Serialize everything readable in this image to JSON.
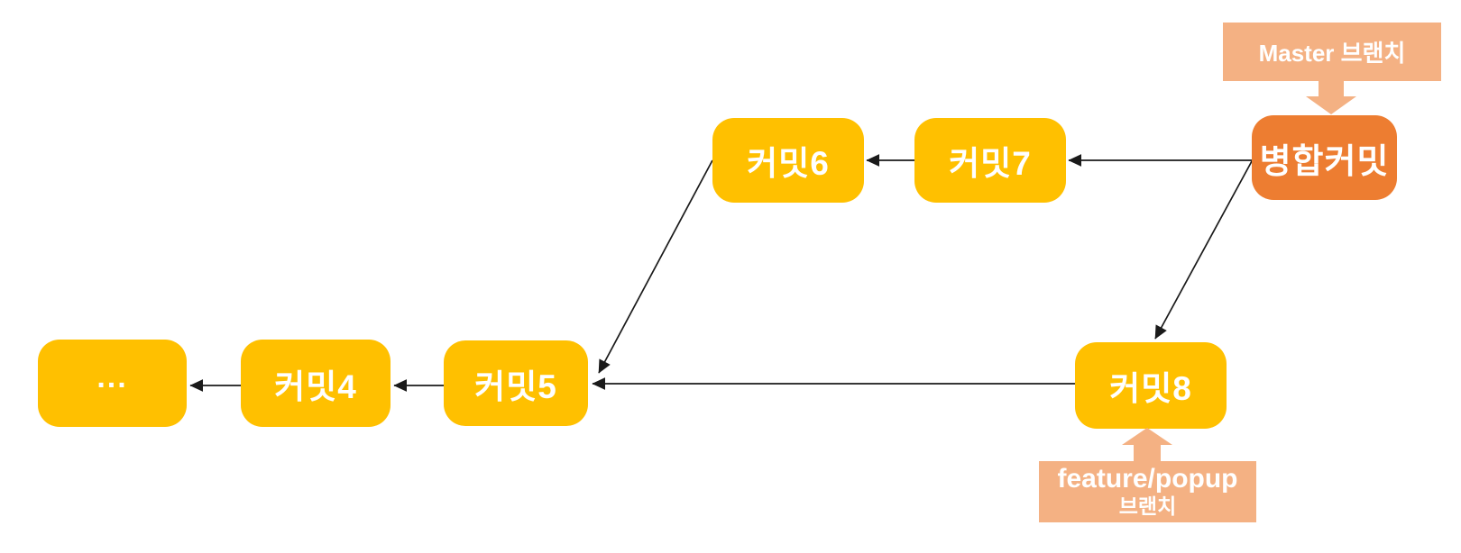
{
  "diagram": {
    "kind": "git-commit-merge-graph",
    "background": "#FFFFFF"
  },
  "colors": {
    "commit_node_fill": "#FFC000",
    "merge_node_fill": "#ED7D31",
    "branch_label_fill": "#F4B183",
    "node_text": "#FFFFFF",
    "connector": "#1a1a1a"
  },
  "nodes": {
    "ellipsis": {
      "label": "..."
    },
    "commit4": {
      "label": "커밋4"
    },
    "commit5": {
      "label": "커밋5"
    },
    "commit6": {
      "label": "커밋6"
    },
    "commit7": {
      "label": "커밋7"
    },
    "commit8": {
      "label": "커밋8"
    },
    "merge": {
      "label": "병합커밋"
    }
  },
  "branch_labels": {
    "master": {
      "text": "Master 브랜치",
      "pointer_icon": "down-block-arrow",
      "points_to": "병합커밋"
    },
    "feature": {
      "line1": "feature/popup",
      "line2": "브랜치",
      "pointer_icon": "up-block-arrow",
      "points_to": "커밋8"
    }
  },
  "edges": [
    {
      "from": "커밋7",
      "to": "커밋6"
    },
    {
      "from": "병합커밋",
      "to": "커밋7"
    },
    {
      "from": "병합커밋",
      "to": "커밋8"
    },
    {
      "from": "커밋6",
      "to": "커밋5"
    },
    {
      "from": "커밋8",
      "to": "커밋5"
    },
    {
      "from": "커밋5",
      "to": "커밋4"
    },
    {
      "from": "커밋4",
      "to": "..."
    }
  ]
}
